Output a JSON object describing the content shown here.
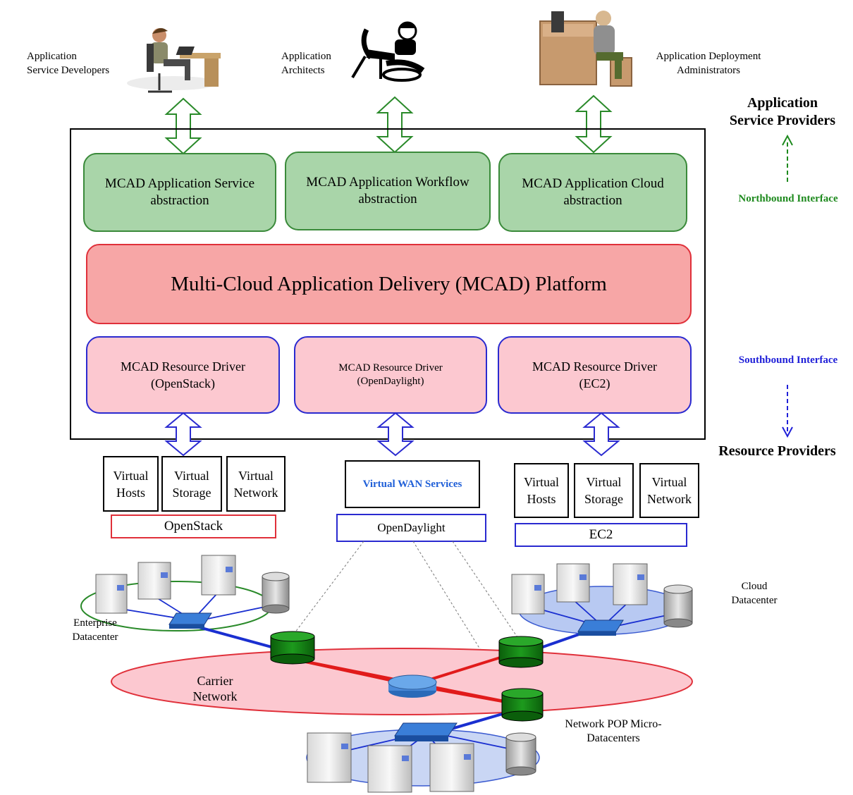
{
  "users": {
    "service_developers": "Application\nService Developers",
    "architects": "Application\nArchitects",
    "deployment_admins": "Application Deployment\nAdministrators"
  },
  "side": {
    "asp_title": "Application\nService Providers",
    "northbound": "Northbound Interface",
    "southbound": "Southbound Interface",
    "rp_title": "Resource Providers"
  },
  "abstractions": [
    "MCAD Application Service abstraction",
    "MCAD Application Workflow abstraction",
    "MCAD Application Cloud abstraction"
  ],
  "platform": "Multi-Cloud Application Delivery (MCAD) Platform",
  "drivers": [
    "MCAD  Resource Driver\n(OpenStack)",
    "MCAD  Resource Driver\n(OpenDaylight)",
    "MCAD  Resource Driver\n(EC2)"
  ],
  "openstack": {
    "boxes": [
      "Virtual\nHosts",
      "Virtual\nStorage",
      "Virtual\nNetwork"
    ],
    "label": "OpenStack"
  },
  "opendaylight": {
    "box": "Virtual WAN Services",
    "label": "OpenDaylight"
  },
  "ec2": {
    "boxes": [
      "Virtual\nHosts",
      "Virtual\nStorage",
      "Virtual\nNetwork"
    ],
    "label": "EC2"
  },
  "network": {
    "enterprise": "Enterprise\nDatacenter",
    "cloud": "Cloud\nDatacenter",
    "carrier": "Carrier\nNetwork",
    "pop": "Network POP Micro-\nDatacenters"
  },
  "colors": {
    "green_fill": "#a9d5a9",
    "green_stroke": "#3a8a3a",
    "red_fill": "#f7a6a6",
    "red_stroke": "#e0303a",
    "pink_fill": "#fcc8d0",
    "blue_stroke": "#2a2ad0",
    "northbound_text": "#1e8a1e",
    "southbound_text": "#2020d8",
    "wan_text": "#1f5fd8"
  }
}
